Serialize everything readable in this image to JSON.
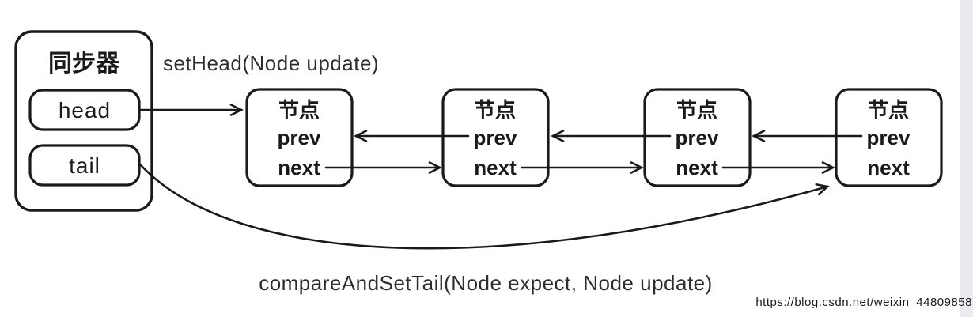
{
  "diagram": {
    "synchronizer": {
      "title": "同步器",
      "head_label": "head",
      "tail_label": "tail"
    },
    "nodes": [
      {
        "title": "节点",
        "prev_label": "prev",
        "next_label": "next"
      },
      {
        "title": "节点",
        "prev_label": "prev",
        "next_label": "next"
      },
      {
        "title": "节点",
        "prev_label": "prev",
        "next_label": "next"
      },
      {
        "title": "节点",
        "prev_label": "prev",
        "next_label": "next"
      }
    ],
    "annotations": {
      "set_head": "setHead(Node update)",
      "compare_and_set_tail": "compareAndSetTail(Node expect, Node update)"
    },
    "watermark": "https://blog.csdn.net/weixin_44809858"
  },
  "colors": {
    "stroke": "#1a1a1a",
    "background": "#ffffff",
    "scrollbar_track": "#e9ebee",
    "watermark_text": "#d8d8d8",
    "label_text": "#2d2d2d"
  }
}
